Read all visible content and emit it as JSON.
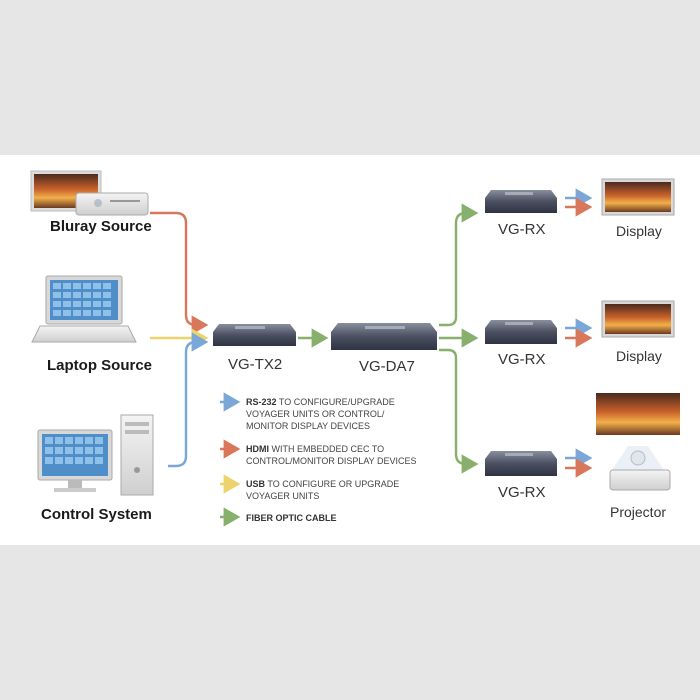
{
  "colors": {
    "rs232": "#7aa7d8",
    "hdmi": "#d9775a",
    "usb": "#ecd36b",
    "fiber": "#86b06c",
    "background": "#e6e6e6",
    "panel": "#ffffff"
  },
  "sources": {
    "bluray": "Bluray Source",
    "laptop": "Laptop Source",
    "control": "Control System"
  },
  "devices": {
    "tx": "VG-TX2",
    "da": "VG-DA7",
    "rx1": "VG-RX",
    "rx2": "VG-RX",
    "rx3": "VG-RX"
  },
  "outputs": {
    "display1": "Display",
    "display2": "Display",
    "projector": "Projector"
  },
  "legend": [
    {
      "key": "rs232",
      "bold": "RS-232",
      "line1": " TO CONFIGURE/UPGRADE",
      "line2": "VOYAGER UNITS OR CONTROL/",
      "line3": "MONITOR DISPLAY DEVICES"
    },
    {
      "key": "hdmi",
      "bold": "HDMI",
      "line1": " WITH EMBEDDED CEC TO",
      "line2": "CONTROL/MONITOR DISPLAY DEVICES",
      "line3": ""
    },
    {
      "key": "usb",
      "bold": "USB",
      "line1": " TO CONFIGURE OR UPGRADE",
      "line2": "VOYAGER UNITS",
      "line3": ""
    },
    {
      "key": "fiber",
      "bold": "FIBER OPTIC CABLE",
      "line1": "",
      "line2": "",
      "line3": ""
    }
  ],
  "icons": {
    "bluray": "bluray-player-icon",
    "laptop": "laptop-icon",
    "control": "desktop-computer-icon",
    "display": "display-icon",
    "projector": "projector-icon",
    "box": "voyager-unit-icon"
  }
}
